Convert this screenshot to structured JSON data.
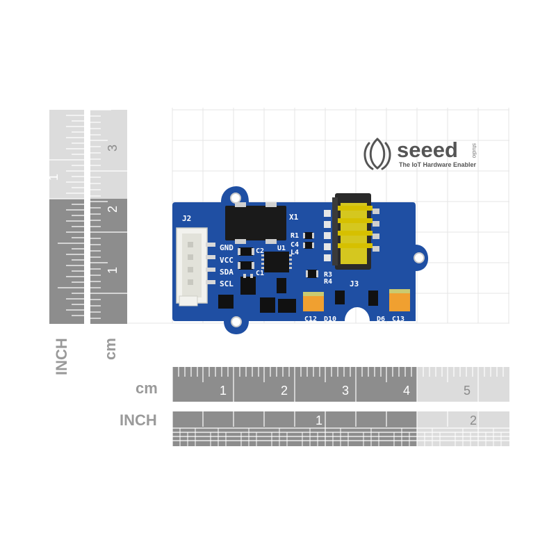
{
  "logo": {
    "brand": "seeed",
    "side_text": "studio",
    "tagline": "The IoT Hardware Enabler"
  },
  "left_ruler": {
    "unit_inch": "INCH",
    "unit_cm": "cm",
    "cm_numbers": [
      "3",
      "2",
      "1"
    ],
    "inch_numbers": [
      "1"
    ]
  },
  "bottom_ruler": {
    "unit_cm": "cm",
    "unit_inch": "INCH",
    "cm_numbers": [
      "1",
      "2",
      "3",
      "4",
      "5"
    ],
    "inch_numbers": [
      "1",
      "2"
    ]
  },
  "board": {
    "color": "#1f4fa3",
    "labels": {
      "j2": "J2",
      "gnd": "GND",
      "vcc": "VCC",
      "sda": "SDA",
      "scl": "SCL",
      "x1": "X1",
      "r1": "R1",
      "c4": "C4",
      "l4": "L4",
      "c2": "C2",
      "u1": "U1",
      "c1": "C1",
      "r3": "R3",
      "r4": "R4",
      "j3": "J3",
      "c12": "C12",
      "d10": "D10",
      "d6": "D6",
      "c13": "C13"
    }
  },
  "colors": {
    "grid_line": "#e2e2e2",
    "ruler_dark": "#8c8c8c",
    "ruler_light": "#d9d9d9",
    "jack_yellow": "#e8d81e",
    "cap_orange": "#f0a030"
  }
}
